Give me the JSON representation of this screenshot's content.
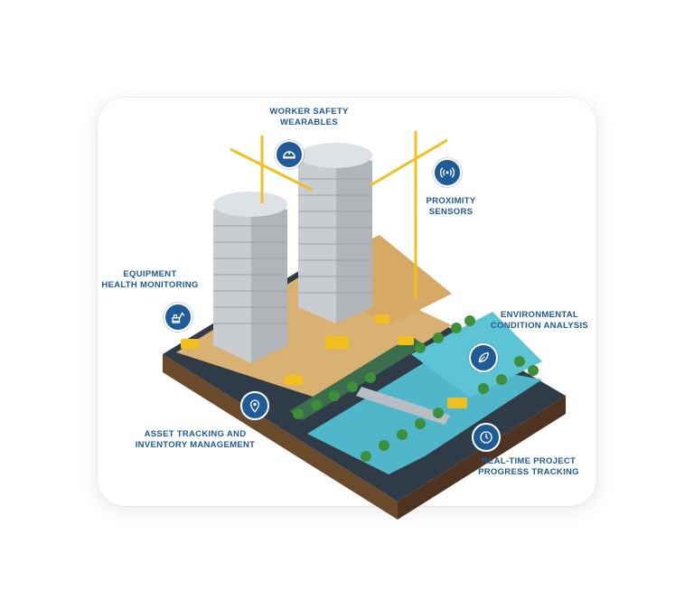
{
  "features": [
    {
      "id": "worker-safety",
      "icon": "hard-hat-icon",
      "lines": [
        "WORKER SAFETY",
        "WEARABLES"
      ]
    },
    {
      "id": "proximity",
      "icon": "proximity-signal-icon",
      "lines": [
        "PROXIMITY",
        "SENSORS"
      ]
    },
    {
      "id": "equipment-health",
      "icon": "excavator-icon",
      "lines": [
        "EQUIPMENT",
        "HEALTH MONITORING"
      ]
    },
    {
      "id": "environmental",
      "icon": "leaf-icon",
      "lines": [
        "ENVIRONMENTAL",
        "CONDITION ANALYSIS"
      ]
    },
    {
      "id": "asset-tracking",
      "icon": "location-pin-icon",
      "lines": [
        "ASSET TRACKING AND",
        "INVENTORY MANAGEMENT"
      ]
    },
    {
      "id": "progress-tracking",
      "icon": "clock-icon",
      "lines": [
        "REAL-TIME PROJECT",
        "PROGRESS TRACKING"
      ]
    }
  ],
  "colors": {
    "label_text": "#1e5a93",
    "badge": "#1f5b96",
    "water": "#4fb7c9",
    "grass": "#2b5e3f",
    "dirt": "#d9b173",
    "building": "#c9ccd0",
    "crane": "#f2c01e"
  }
}
